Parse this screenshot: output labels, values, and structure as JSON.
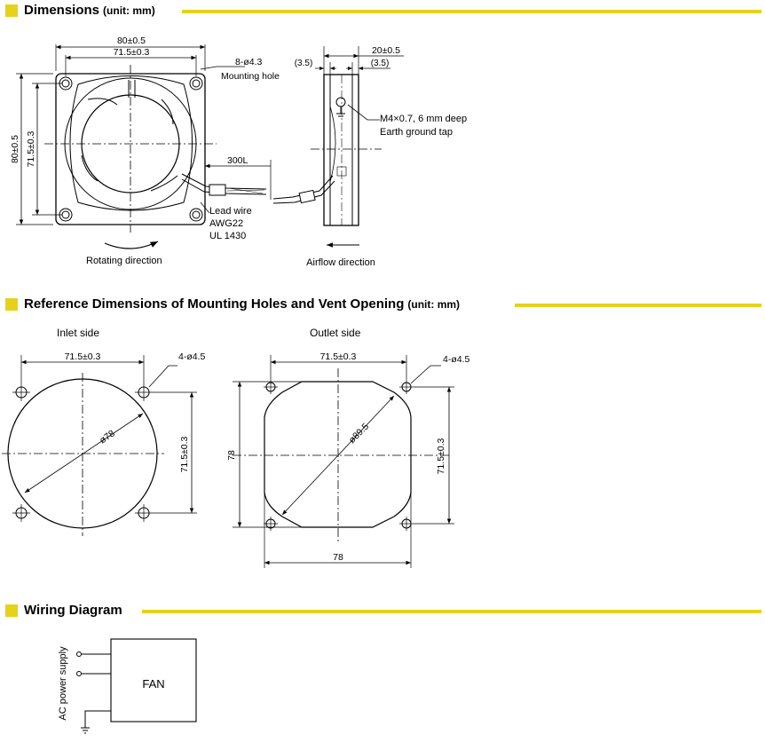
{
  "sections": {
    "dimensions": {
      "title": "Dimensions",
      "unit": "(unit: mm)"
    },
    "reference": {
      "title": "Reference Dimensions of Mounting Holes and Vent Opening",
      "unit": "(unit: mm)"
    },
    "wiring": {
      "title": "Wiring Diagram"
    }
  },
  "front_view": {
    "width_outer": "80±0.5",
    "width_inner": "71.5±0.3",
    "height_outer": "80±0.5",
    "height_inner": "71.5±0.3",
    "hole_label": "8-ø4.3",
    "hole_desc": "Mounting hole",
    "wire_length": "300L",
    "lead_wire_1": "Lead wire",
    "lead_wire_2": "AWG22",
    "lead_wire_3": "UL 1430",
    "rotating": "Rotating direction"
  },
  "side_view": {
    "depth": "20±0.5",
    "left_flange": "(3.5)",
    "right_flange": "(3.5)",
    "tap_1": "M4×0.7, 6 mm deep",
    "tap_2": "Earth ground tap",
    "airflow": "Airflow direction"
  },
  "inlet": {
    "title": "Inlet side",
    "width": "71.5±0.3",
    "holes": "4-ø4.5",
    "diameter": "ø78",
    "height": "71.5±0.3"
  },
  "outlet": {
    "title": "Outlet side",
    "width": "71.5±0.3",
    "holes": "4-ø4.5",
    "diameter": "ø89.5",
    "height_left": "78",
    "height_right": "71.5±0.3",
    "bottom": "78"
  },
  "wiring": {
    "supply": "AC power supply",
    "fan": "FAN"
  },
  "colors": {
    "accent": "#e6d21a"
  }
}
